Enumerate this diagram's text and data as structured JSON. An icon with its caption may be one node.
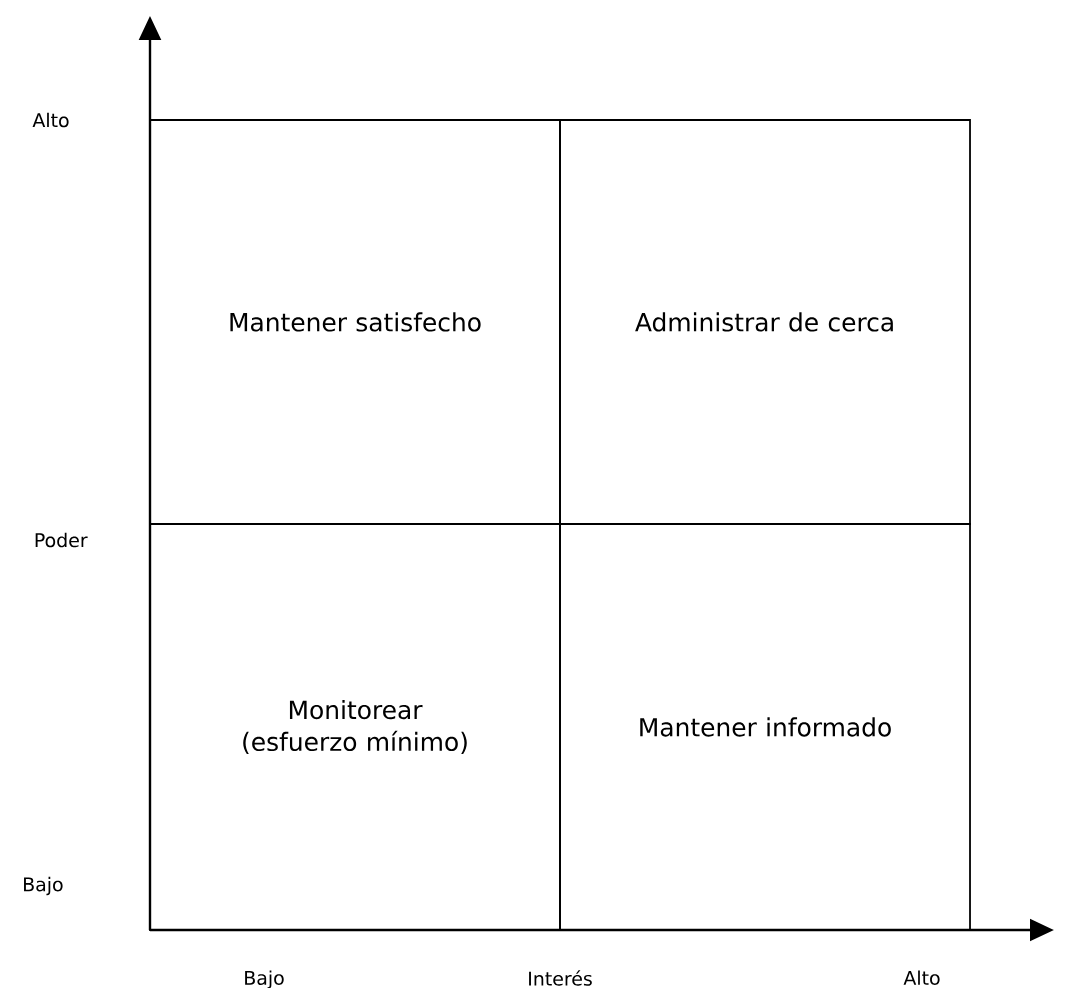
{
  "diagram": {
    "nodes": [
      {
        "text": [
          "Mantener satisfecho"
        ]
      },
      {
        "text": [
          "Administrar de cerca"
        ]
      },
      {
        "text": [
          "Monitorear (esfuerzo mínimo)"
        ]
      },
      {
        "text": [
          "Mantener informado"
        ]
      }
    ],
    "labels": [
      "Alto",
      "Poder",
      "Bajo",
      "Bajo",
      "Interés",
      "Alto"
    ]
  }
}
